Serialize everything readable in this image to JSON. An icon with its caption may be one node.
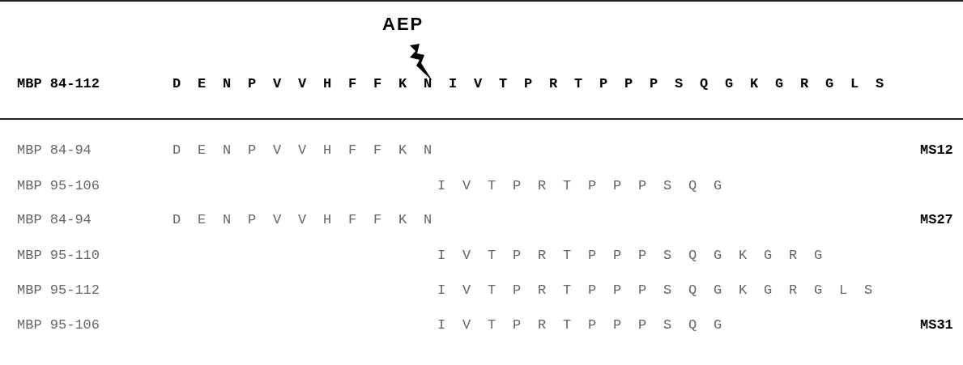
{
  "diagram": {
    "labels": [
      "AEP",
      "MBP 84-112",
      "D E N P V V H F F K N I V T P R T P P P S Q G K G R G L S",
      "MBP 84-94",
      "D E N P V V H F F K N",
      "MS12",
      "MBP 95-106",
      "I V T P R T P P P S Q G",
      "MBP 84-94",
      "D E N P V V H F F K N",
      "MS27",
      "MBP 95-110",
      "I V T P R T P P P S Q G K G R G",
      "MBP 95-112",
      "I V T P R T P P P S Q G K G R G L S",
      "MBP 95-106",
      "I V T P R T P P P S Q G",
      "MS31"
    ]
  }
}
